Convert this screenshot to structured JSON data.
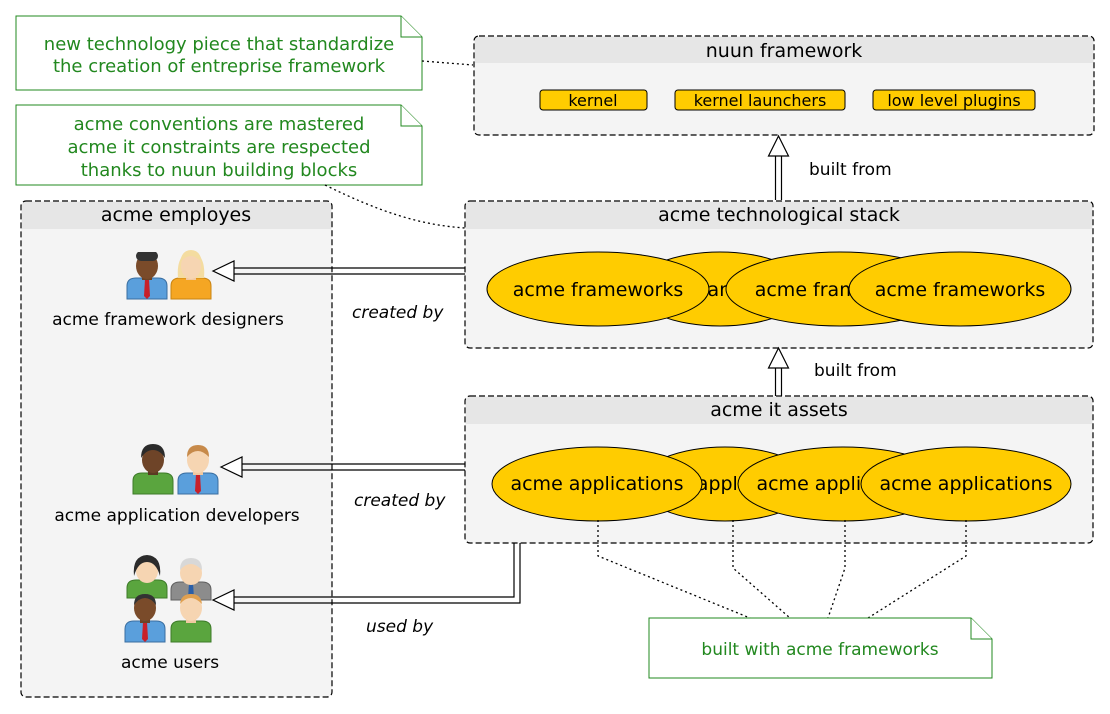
{
  "notes": {
    "standardize": {
      "lines": [
        "new technology piece that standardize",
        "the creation of entreprise framework"
      ]
    },
    "conventions": {
      "lines": [
        "acme conventions are mastered",
        "acme it constraints are respected",
        "thanks to nuun building blocks"
      ]
    },
    "built_with": {
      "lines": [
        "built with acme frameworks"
      ]
    }
  },
  "packages": {
    "nuun": {
      "title": "nuun framework",
      "components": [
        "kernel",
        "kernel launchers",
        "low level plugins"
      ]
    },
    "stack": {
      "title": "acme technological stack",
      "ellipses": [
        "acme frameworks",
        "acme frameworks",
        "acme frameworks",
        "acme frameworks"
      ]
    },
    "assets": {
      "title": "acme it assets",
      "ellipses": [
        "acme applications",
        "acme applications",
        "acme applications",
        "acme applications"
      ]
    },
    "employes": {
      "title": "acme employes",
      "actors": [
        {
          "label": "acme framework designers"
        },
        {
          "label": "acme application developers"
        },
        {
          "label": "acme users"
        }
      ]
    }
  },
  "relations": {
    "stack_to_nuun": "built from",
    "assets_to_stack": "built from",
    "designers": "created by",
    "developers": "created by",
    "users": "used by"
  },
  "colors": {
    "component_fill": "#ffcc00",
    "note_text": "#22881f",
    "package_fill": "#f4f4f4"
  }
}
